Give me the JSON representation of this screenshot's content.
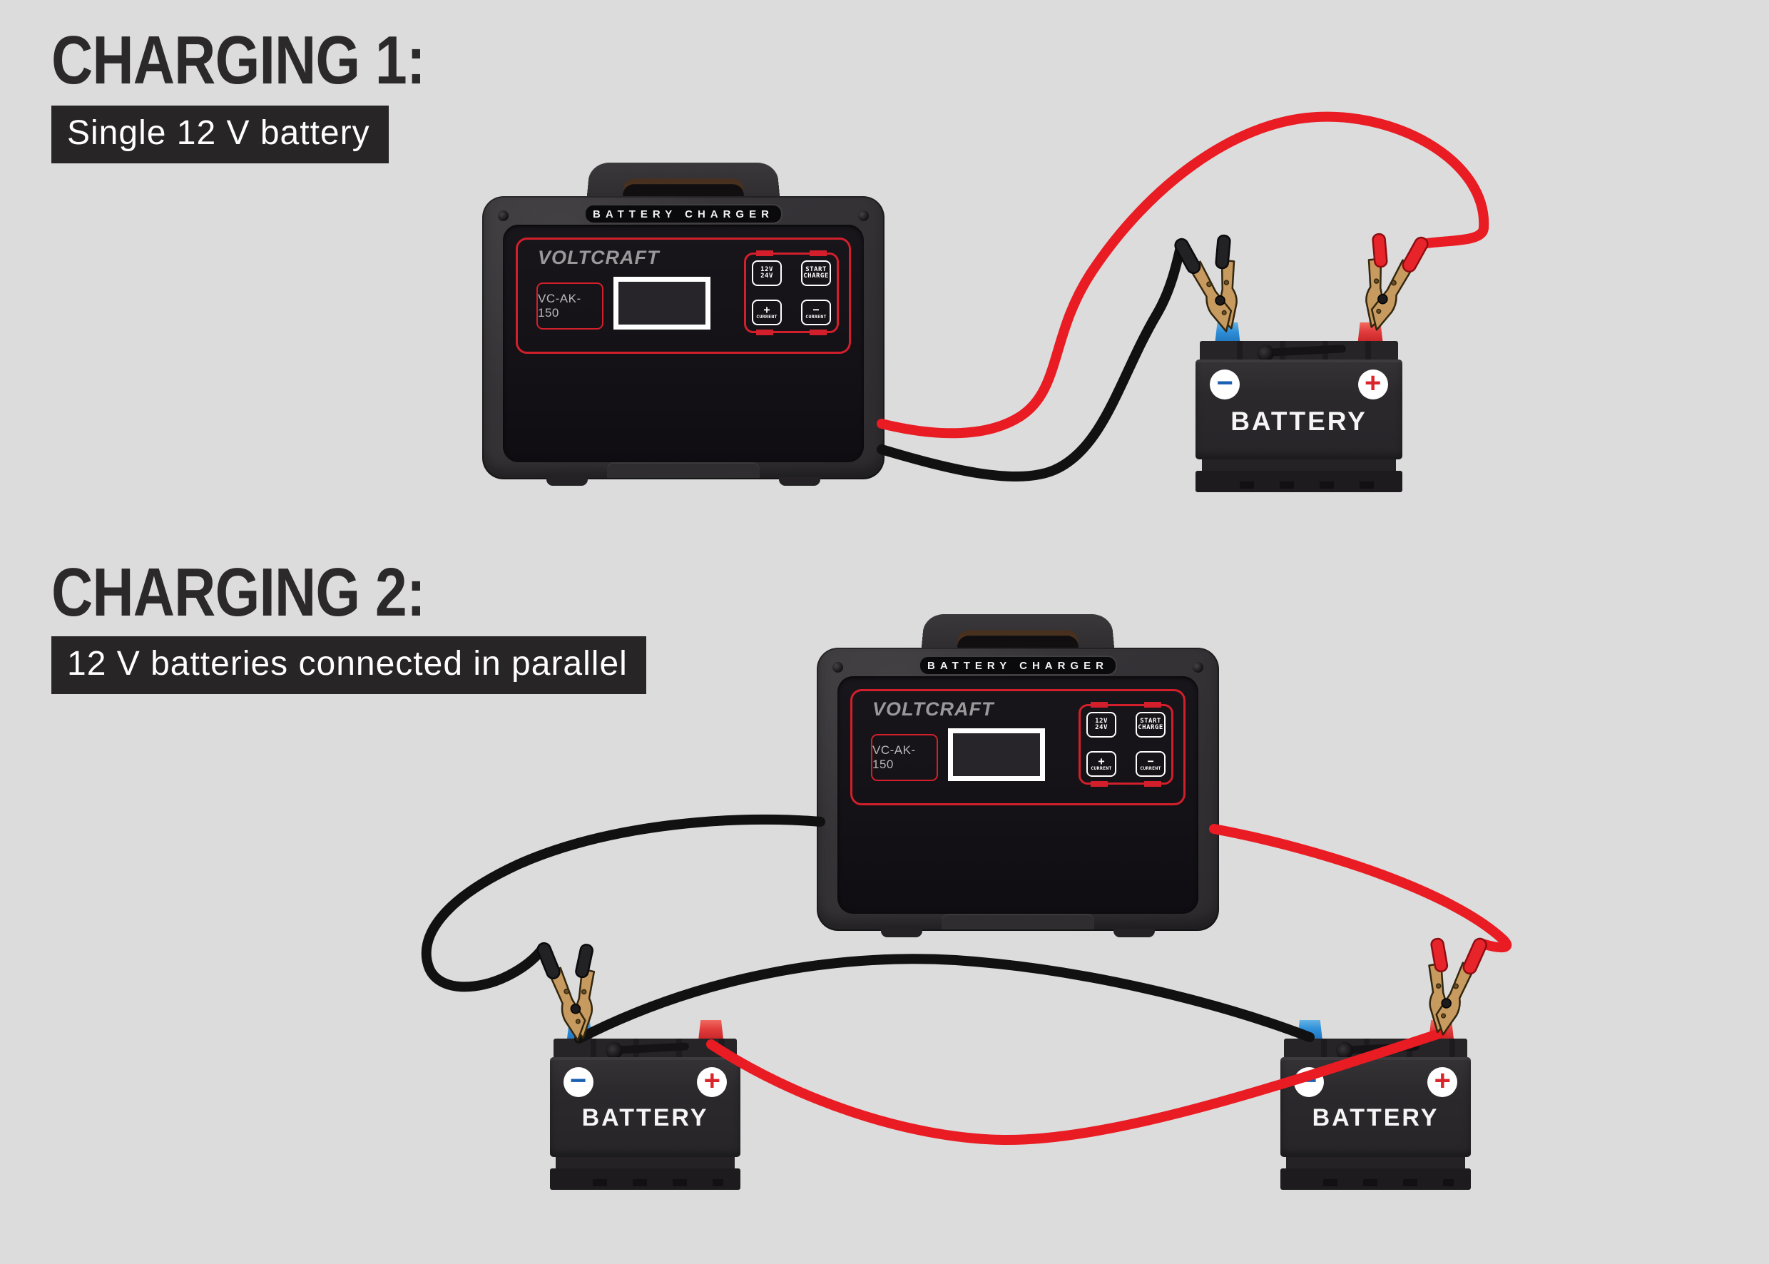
{
  "page": {
    "background": "#dcdcdc"
  },
  "sections": [
    {
      "title": "CHARGING 1:",
      "subtitle": "Single 12 V battery"
    },
    {
      "title": "CHARGING 2:",
      "subtitle": "12 V batteries connected in parallel"
    }
  ],
  "charger": {
    "top_label": "BATTERY CHARGER",
    "brand": "VOLTCRAFT",
    "model": "VC-AK-150",
    "buttons": {
      "voltage_line1": "12V",
      "voltage_line2": "24V",
      "start_line1": "START",
      "start_line2": "CHARGE",
      "plus_symbol": "+",
      "minus_symbol": "−",
      "current_label": "CURRENT"
    }
  },
  "battery": {
    "label": "BATTERY",
    "minus_symbol": "−",
    "plus_symbol": "+"
  },
  "colors": {
    "background": "#dcdcdc",
    "accent_red": "#d21f2b",
    "cable_red": "#ea1c23",
    "cable_black": "#111111",
    "terminal_blue": "#2f8fd9",
    "terminal_red": "#e23c3c",
    "clip_brass": "#c79a5f",
    "label_box": "#272525"
  }
}
